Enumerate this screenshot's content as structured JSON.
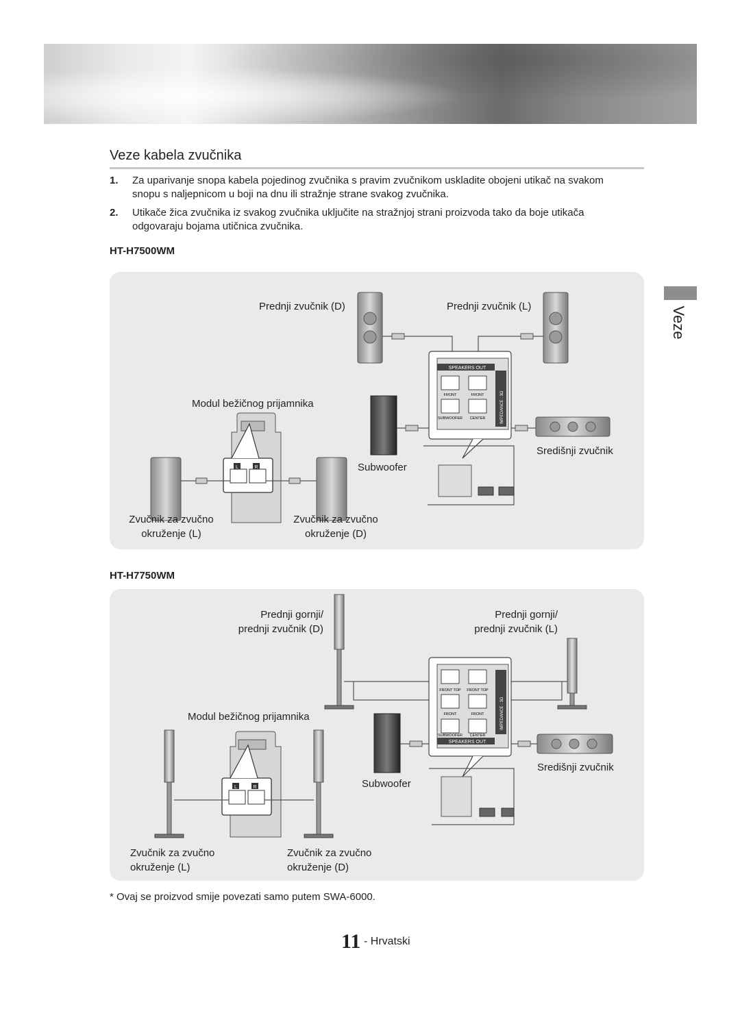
{
  "section_title": "Veze kabela zvučnika",
  "steps": [
    {
      "num": "1.",
      "text": "Za uparivanje snopa kabela pojedinog zvučnika s pravim zvučnikom uskladite obojeni utikač na svakom snopu s naljepnicom u boji na dnu ili stražnje strane svakog zvučnika."
    },
    {
      "num": "2.",
      "text": "Utikače žica zvučnika iz svakog zvučnika uključite na stražnjoj strani proizvoda tako da boje utikača odgovaraju bojama utičnica zvučnika."
    }
  ],
  "diagram1": {
    "model": "HT-H7500WM",
    "front_right": "Prednji zvučnik (D)",
    "front_left": "Prednji zvučnik (L)",
    "wireless_module": "Modul bežičnog prijamnika",
    "subwoofer": "Subwoofer",
    "center": "Središnji zvučnik",
    "surround_left_1": "Zvučnik za zvučno",
    "surround_left_2": "okruženje (L)",
    "surround_right_1": "Zvučnik za zvučno",
    "surround_right_2": "okruženje (D)",
    "panel_header": "SPEAKERS OUT",
    "panel_impedance": "IMPEDANCE : 3Ω",
    "panel_front_l": "FRONT",
    "panel_front_r": "FRONT",
    "panel_subwoofer": "SUBWOOFER",
    "panel_center": "CENTER",
    "module_l": "L",
    "module_r": "R"
  },
  "diagram2": {
    "model": "HT-H7750WM",
    "front_right_1": "Prednji gornji/",
    "front_right_2": "prednji zvučnik (D)",
    "front_left_1": "Prednji gornji/",
    "front_left_2": "prednji zvučnik (L)",
    "wireless_module": "Modul bežičnog prijamnika",
    "subwoofer": "Subwoofer",
    "center": "Središnji zvučnik",
    "surround_left_1": "Zvučnik za zvučno",
    "surround_left_2": "okruženje (L)",
    "surround_right_1": "Zvučnik za zvučno",
    "surround_right_2": "okruženje (D)",
    "panel_header": "SPEAKERS OUT",
    "panel_impedance": "IMPEDANCE : 3Ω",
    "panel_front_top_l": "FRONT TOP",
    "panel_front_top_r": "FRONT TOP",
    "panel_front_l": "FRONT",
    "panel_front_r": "FRONT",
    "panel_subwoofer": "SUBWOOFER",
    "panel_center": "CENTER",
    "module_l": "L",
    "module_r": "R"
  },
  "sidebar_label": "Veze",
  "footnote": "* Ovaj se proizvod smije povezati samo putem SWA-6000.",
  "page_number": "11",
  "page_language": "- Hrvatski",
  "colors": {
    "panel_bg": "#eaeaea",
    "banner_dark": "#6c6c6c",
    "rule": "#c8c8c8",
    "sidebar_tab": "#8d8d8d"
  }
}
